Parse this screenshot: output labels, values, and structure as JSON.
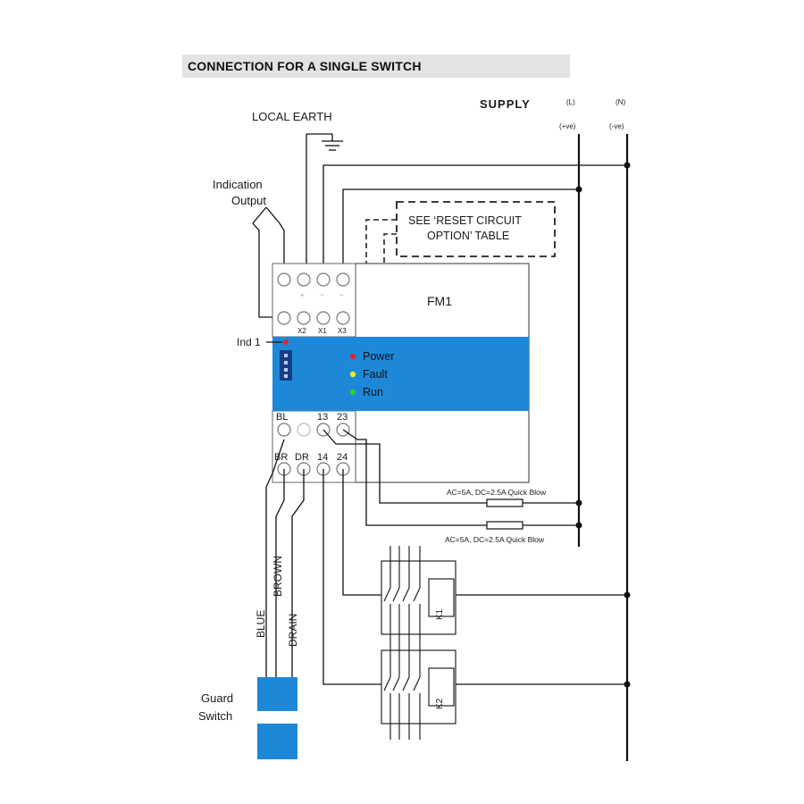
{
  "title": "CONNECTION FOR A SINGLE SWITCH",
  "supply": {
    "label": "SUPPLY",
    "line_label": "(L)",
    "line_polarity": "(+ve)",
    "neutral_label": "(N)",
    "neutral_polarity": "(-ve)"
  },
  "labels": {
    "local_earth": "LOCAL EARTH",
    "indication_output_line1": "Indication",
    "indication_output_line2": "Output",
    "reset_note_line1": "SEE ‘RESET CIRCUIT",
    "reset_note_line2": "OPTION’ TABLE",
    "module": "FM1",
    "ind": "Ind 1",
    "guard_line1": "Guard",
    "guard_line2": "Switch"
  },
  "terminals": {
    "top_row_marks": [
      "+",
      "~",
      "~"
    ],
    "mid_row": [
      "X2",
      "X1",
      "X3"
    ],
    "lower_row": [
      "BL",
      "13",
      "23"
    ],
    "bottom_row": [
      "BR",
      "DR",
      "14",
      "24"
    ]
  },
  "leds": [
    {
      "label": "Power",
      "color": "#e0242a"
    },
    {
      "label": "Fault",
      "color": "#e9e92a"
    },
    {
      "label": "Run",
      "color": "#2fd12f"
    }
  ],
  "fuses": [
    "AC=5A, DC=2.5A Quick Blow",
    "AC=5A, DC=2.5A Quick Blow"
  ],
  "wires": {
    "blue": "BLUE",
    "brown": "BROWN",
    "drain": "DRAIN"
  },
  "contactors": [
    "K1",
    "K2"
  ],
  "colors": {
    "module_blue": "#1e88d8",
    "guard_blue": "#1e88d8",
    "title_band": "#e3e3e3",
    "line": "#111111"
  }
}
